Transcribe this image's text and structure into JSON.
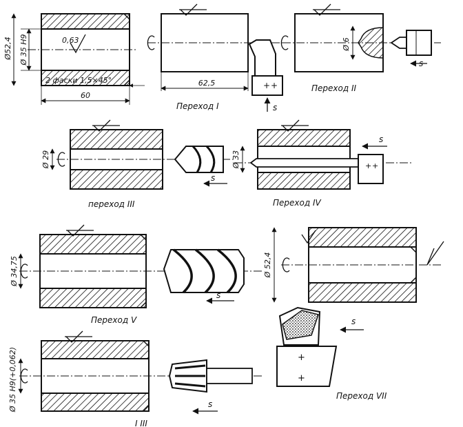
{
  "dims": {
    "d_outer_1": "Ø52,4",
    "d_bore_1": "Ø 35 H9",
    "roughness_1": "0,63",
    "chamfers": "2 фаски  1,5×45°",
    "length_total": "60",
    "length_turn": "62,5",
    "d_center": "Ø 6",
    "d_drill": "Ø 29",
    "d_bore_4": "Ø 33",
    "d_bore_5": "Ø 34,75",
    "d_outer_7": "Ø 52,4",
    "d_final": "Ø 35 H9(+0,062)"
  },
  "labels": {
    "op1": "Переход I",
    "op2": "Переход II",
    "op3": "переход III",
    "op4": "Переход IV",
    "op5": "Переход V",
    "op7": "Переход VII",
    "op6": "I III"
  },
  "feed": "s"
}
